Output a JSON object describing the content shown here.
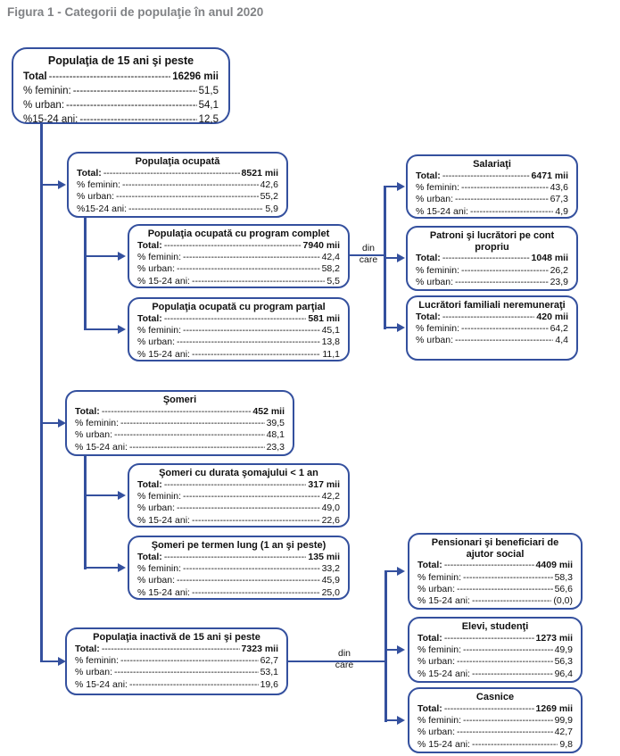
{
  "figure_title": "Figura 1 - Categorii de populaţie în anul 2020",
  "colors": {
    "border": "#34509e",
    "line": "#34509e",
    "title": "#808285",
    "text": "#111111"
  },
  "connector_label": {
    "line1": "din",
    "line2": "care"
  },
  "boxes": [
    {
      "id": "populatia-15-ani-si-peste",
      "title": "Populaţia de 15 ani şi peste",
      "rows": [
        {
          "label": "Total",
          "value": "16296 mii"
        },
        {
          "label": "% feminin:",
          "value": "51,5"
        },
        {
          "label": "% urban:",
          "value": "54,1"
        },
        {
          "label": "%15-24 ani:",
          "value": "12,5"
        }
      ]
    },
    {
      "id": "populatia-ocupata",
      "title": "Populaţia ocupată",
      "rows": [
        {
          "label": "Total:",
          "value": "8521 mii"
        },
        {
          "label": "% feminin:",
          "value": "42,6"
        },
        {
          "label": "% urban:",
          "value": "55,2"
        },
        {
          "label": "%15-24 ani:",
          "value": "5,9"
        }
      ]
    },
    {
      "id": "populatia-ocupata-program-complet",
      "title": "Populaţia ocupată cu program complet",
      "rows": [
        {
          "label": "Total:",
          "value": "7940 mii"
        },
        {
          "label": "% feminin:",
          "value": "42,4"
        },
        {
          "label": "% urban:",
          "value": "58,2"
        },
        {
          "label": "% 15-24 ani:",
          "value": "5,5"
        }
      ]
    },
    {
      "id": "populatia-ocupata-program-partial",
      "title": "Populaţia ocupată cu program parţial",
      "rows": [
        {
          "label": "Total:",
          "value": "581 mii"
        },
        {
          "label": "% feminin:",
          "value": "45,1"
        },
        {
          "label": "% urban:",
          "value": "13,8"
        },
        {
          "label": "% 15-24 ani:",
          "value": "11,1"
        }
      ]
    },
    {
      "id": "salariati",
      "title": "Salariaţi",
      "rows": [
        {
          "label": "Total:",
          "value": "6471 mii"
        },
        {
          "label": "% feminin:",
          "value": "43,6"
        },
        {
          "label": "% urban:",
          "value": "67,3"
        },
        {
          "label": "% 15-24 ani:",
          "value": "4,9"
        }
      ]
    },
    {
      "id": "patroni-si-lucratori-pe-cont-propriu",
      "title": "Patroni şi lucrători pe cont propriu",
      "rows": [
        {
          "label": "Total:",
          "value": "1048 mii"
        },
        {
          "label": "% feminin:",
          "value": "26,2"
        },
        {
          "label": "% urban:",
          "value": "23,9"
        }
      ]
    },
    {
      "id": "lucratori-familiali-neremunerati",
      "title": "Lucrători familiali neremuneraţi",
      "rows": [
        {
          "label": "Total:",
          "value": "420 mii"
        },
        {
          "label": "% feminin:",
          "value": "64,2"
        },
        {
          "label": "% urban:",
          "value": "4,4"
        }
      ]
    },
    {
      "id": "someri",
      "title": "Şomeri",
      "rows": [
        {
          "label": "Total:",
          "value": "452 mii"
        },
        {
          "label": "% feminin:",
          "value": "39,5"
        },
        {
          "label": "% urban:",
          "value": "48,1"
        },
        {
          "label": "% 15-24 ani:",
          "value": "23,3"
        }
      ]
    },
    {
      "id": "someri-durata-sub-1-an",
      "title": "Şomeri cu durata şomajului < 1 an",
      "rows": [
        {
          "label": "Total:",
          "value": "317 mii"
        },
        {
          "label": "% feminin:",
          "value": "42,2"
        },
        {
          "label": "% urban:",
          "value": "49,0"
        },
        {
          "label": "% 15-24 ani:",
          "value": "22,6"
        }
      ]
    },
    {
      "id": "someri-termen-lung",
      "title": "Şomeri pe termen lung (1 an şi peste)",
      "rows": [
        {
          "label": "Total:",
          "value": "135 mii"
        },
        {
          "label": "% feminin:",
          "value": "33,2"
        },
        {
          "label": "% urban:",
          "value": "45,9"
        },
        {
          "label": "% 15-24 ani:",
          "value": "25,0"
        }
      ]
    },
    {
      "id": "populatia-inactiva",
      "title": "Populaţia inactivă de 15 ani şi peste",
      "rows": [
        {
          "label": "Total:",
          "value": "7323 mii"
        },
        {
          "label": "% feminin:",
          "value": "62,7"
        },
        {
          "label": "% urban:",
          "value": "53,1"
        },
        {
          "label": "% 15-24 ani:",
          "value": "19,6"
        }
      ]
    },
    {
      "id": "pensionari-si-beneficiari-ajutor-social",
      "title": "Pensionari şi beneficiari de ajutor social",
      "rows": [
        {
          "label": "Total:",
          "value": "4409 mii"
        },
        {
          "label": "% feminin:",
          "value": "58,3"
        },
        {
          "label": "% urban:",
          "value": "56,6"
        },
        {
          "label": "% 15-24 ani:",
          "value": "(0,0)"
        }
      ]
    },
    {
      "id": "elevi-studenti",
      "title": "Elevi, studenţi",
      "rows": [
        {
          "label": "Total:",
          "value": "1273 mii"
        },
        {
          "label": "% feminin:",
          "value": "49,9"
        },
        {
          "label": "% urban:",
          "value": "56,3"
        },
        {
          "label": "% 15-24 ani:",
          "value": "96,4"
        }
      ]
    },
    {
      "id": "casnice",
      "title": "Casnice",
      "rows": [
        {
          "label": "Total:",
          "value": "1269 mii"
        },
        {
          "label": "% feminin:",
          "value": "99,9"
        },
        {
          "label": "% urban:",
          "value": "42,7"
        },
        {
          "label": "% 15-24 ani:",
          "value": "9,8"
        }
      ]
    }
  ]
}
